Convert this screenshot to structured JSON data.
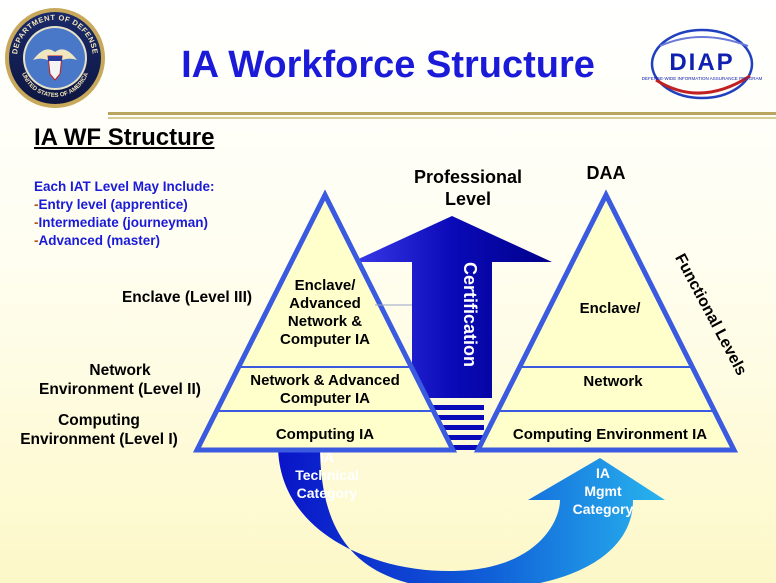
{
  "title": "IA Workforce Structure",
  "subtitle": "IA WF Structure",
  "notes": {
    "heading": "Each IAT Level May Include:",
    "items": [
      "Entry level (apprentice)",
      "Intermediate (journeyman)",
      "Advanced (master)"
    ]
  },
  "left_labels": {
    "level3": "Enclave (Level III)",
    "level2_a": "Network",
    "level2_b": "Environment (Level II)",
    "level1_a": "Computing",
    "level1_b": "Environment (Level I)"
  },
  "technical_pyramid": {
    "top_lines": [
      "Enclave/",
      "Advanced",
      "Network &",
      "Computer IA"
    ],
    "mid_lines": [
      "Network & Advanced",
      "Computer IA"
    ],
    "bottom": "Computing IA",
    "category_lines": [
      "IA",
      "Technical",
      "Category"
    ]
  },
  "management_pyramid": {
    "apex": "DAA",
    "top": "Enclave/",
    "mid": "Network",
    "bottom": "Computing Environment IA",
    "category_lines": [
      "IA",
      "Mgmt",
      "Category"
    ]
  },
  "arrow": {
    "heading_lines": [
      "Professional",
      "Level"
    ],
    "label": "Certification"
  },
  "functional_levels": "Functional Levels",
  "logos": {
    "dod_seal": "DEPARTMENT OF DEFENSE · UNITED STATES OF AMERICA",
    "diap": "DIAP",
    "diap_sub": "DEFENSE-WIDE INFORMATION ASSURANCE PROGRAM"
  },
  "colors": {
    "title": "#1a1ad8",
    "pyramid_fill": "#ffffcc",
    "pyramid_stroke": "#3a5adf",
    "arrow_blue": "#0a14c8",
    "arrow_light": "#1a96e0"
  }
}
